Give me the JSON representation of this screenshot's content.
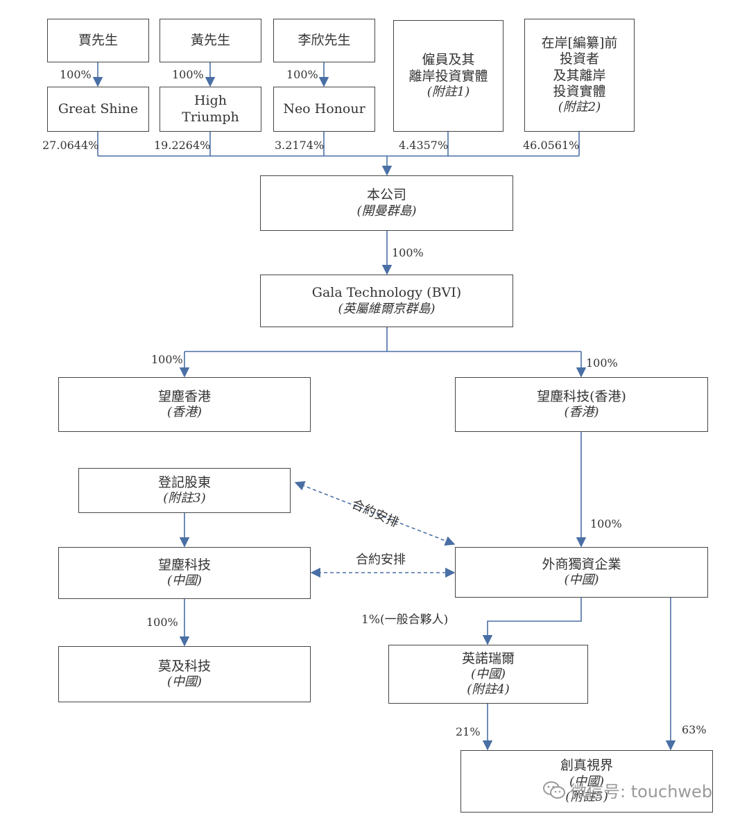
{
  "nodes": {
    "mr_jia": {
      "title": "賈先生"
    },
    "mr_huang": {
      "title": "黃先生"
    },
    "mr_li": {
      "title": "李欣先生"
    },
    "great_shine": {
      "title": "Great Shine"
    },
    "high_triumph": {
      "line1": "High",
      "line2": "Triumph"
    },
    "neo_honour": {
      "title": "Neo Honour"
    },
    "employees": {
      "line1": "僱員及其",
      "line2": "離岸投資實體",
      "note": "(附註1)"
    },
    "pre_ipo": {
      "line1": "在岸[編纂]前",
      "line2": "投資者",
      "line3": "及其離岸",
      "line4": "投資實體",
      "note": "(附註2)"
    },
    "company": {
      "title": "本公司",
      "sub": "(開曼群島)"
    },
    "gala_bvi": {
      "title": "Gala Technology (BVI)",
      "sub": "(英屬維爾京群島)"
    },
    "wangzuo_hk": {
      "title": "望塵香港",
      "sub": "(香港)"
    },
    "wangzuo_tech_hk": {
      "title": "望塵科技(香港)",
      "sub": "(香港)"
    },
    "registered_shareholders": {
      "title": "登記股東",
      "sub": "(附註3)"
    },
    "wangzuo_tech_cn": {
      "title": "望塵科技",
      "sub": "(中國)"
    },
    "wfoe": {
      "title": "外商獨資企業",
      "sub": "(中國)"
    },
    "moji_tech": {
      "title": "莫及科技",
      "sub": "(中國)"
    },
    "yingnuo": {
      "title": "英諾瑞爾",
      "sub": "(中國)",
      "note": "(附註4)"
    },
    "chuangzhen": {
      "title": "創真視界",
      "sub": "(中國)",
      "note": "(附註5)"
    }
  },
  "edge_labels": {
    "jia_gs": "100%",
    "huang_ht": "100%",
    "li_nh": "100%",
    "gs_company": "27.0644%",
    "ht_company": "19.2264%",
    "nh_company": "3.2174%",
    "emp_company": "4.4357%",
    "pre_company": "46.0561%",
    "company_gala": "100%",
    "gala_hk": "100%",
    "gala_techhk": "100%",
    "techhk_wfoe": "100%",
    "contract_1": "合約安排",
    "contract_2": "合約安排",
    "techcn_moji": "100%",
    "wfoe_yingnuo": "1%(一般合夥人)",
    "yingnuo_cz": "21%",
    "wfoe_cz": "63%"
  },
  "watermark": {
    "text": "微信号: touchweb"
  },
  "colors": {
    "arrow": "#4a6fa5",
    "border": "#444444",
    "text": "#333333"
  }
}
